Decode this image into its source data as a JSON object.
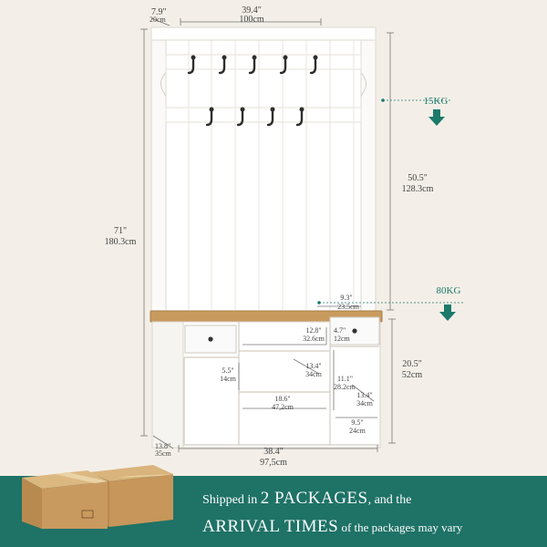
{
  "dimensions": {
    "depth_top_in": "7.9\"",
    "depth_top_cm": "20cm",
    "width_top_in": "39.4\"",
    "width_top_cm": "100cm",
    "upper_height_in": "50.5\"",
    "upper_height_cm": "128.3cm",
    "total_height_in": "71\"",
    "total_height_cm": "180.3cm",
    "bench_height_in": "20.5\"",
    "bench_height_cm": "52cm",
    "bottom_width_in": "38.4\"",
    "bottom_width_cm": "97,5cm",
    "bottom_depth_in": "13.8\"",
    "bottom_depth_cm": "35cm",
    "bench_depth_in": "9.3\"",
    "bench_depth_cm": "23.5cm",
    "cubby_w_in": "12.8\"",
    "cubby_w_cm": "32.6cm",
    "drawer_h_in": "4.7\"",
    "drawer_h_cm": "12cm",
    "left_h_in": "5.5\"",
    "left_h_cm": "14cm",
    "mid_d_in": "13.4\"",
    "mid_d_cm": "34cm",
    "right_h_in": "11.1\"",
    "right_h_cm": "28.2cm",
    "right_d_in": "13.4\"",
    "right_d_cm": "34cm",
    "mid_w_in": "18.6\"",
    "mid_w_cm": "47,2cm",
    "right_w_in": "9.5\"",
    "right_w_cm": "24cm"
  },
  "loads": {
    "hooks": "15KG",
    "bench": "80KG"
  },
  "banner": {
    "l1_a": "Shipped in",
    "l1_b": "2 PACKAGES",
    "l1_c": ", and the",
    "l2_a": "ARRIVAL TIMES",
    "l2_b": "of the packages may vary"
  },
  "colors": {
    "banner": "#1e7266",
    "load_arrow": "#1b7a6a",
    "bench_top": "#c89a5e",
    "cabinet": "#ffffff"
  }
}
